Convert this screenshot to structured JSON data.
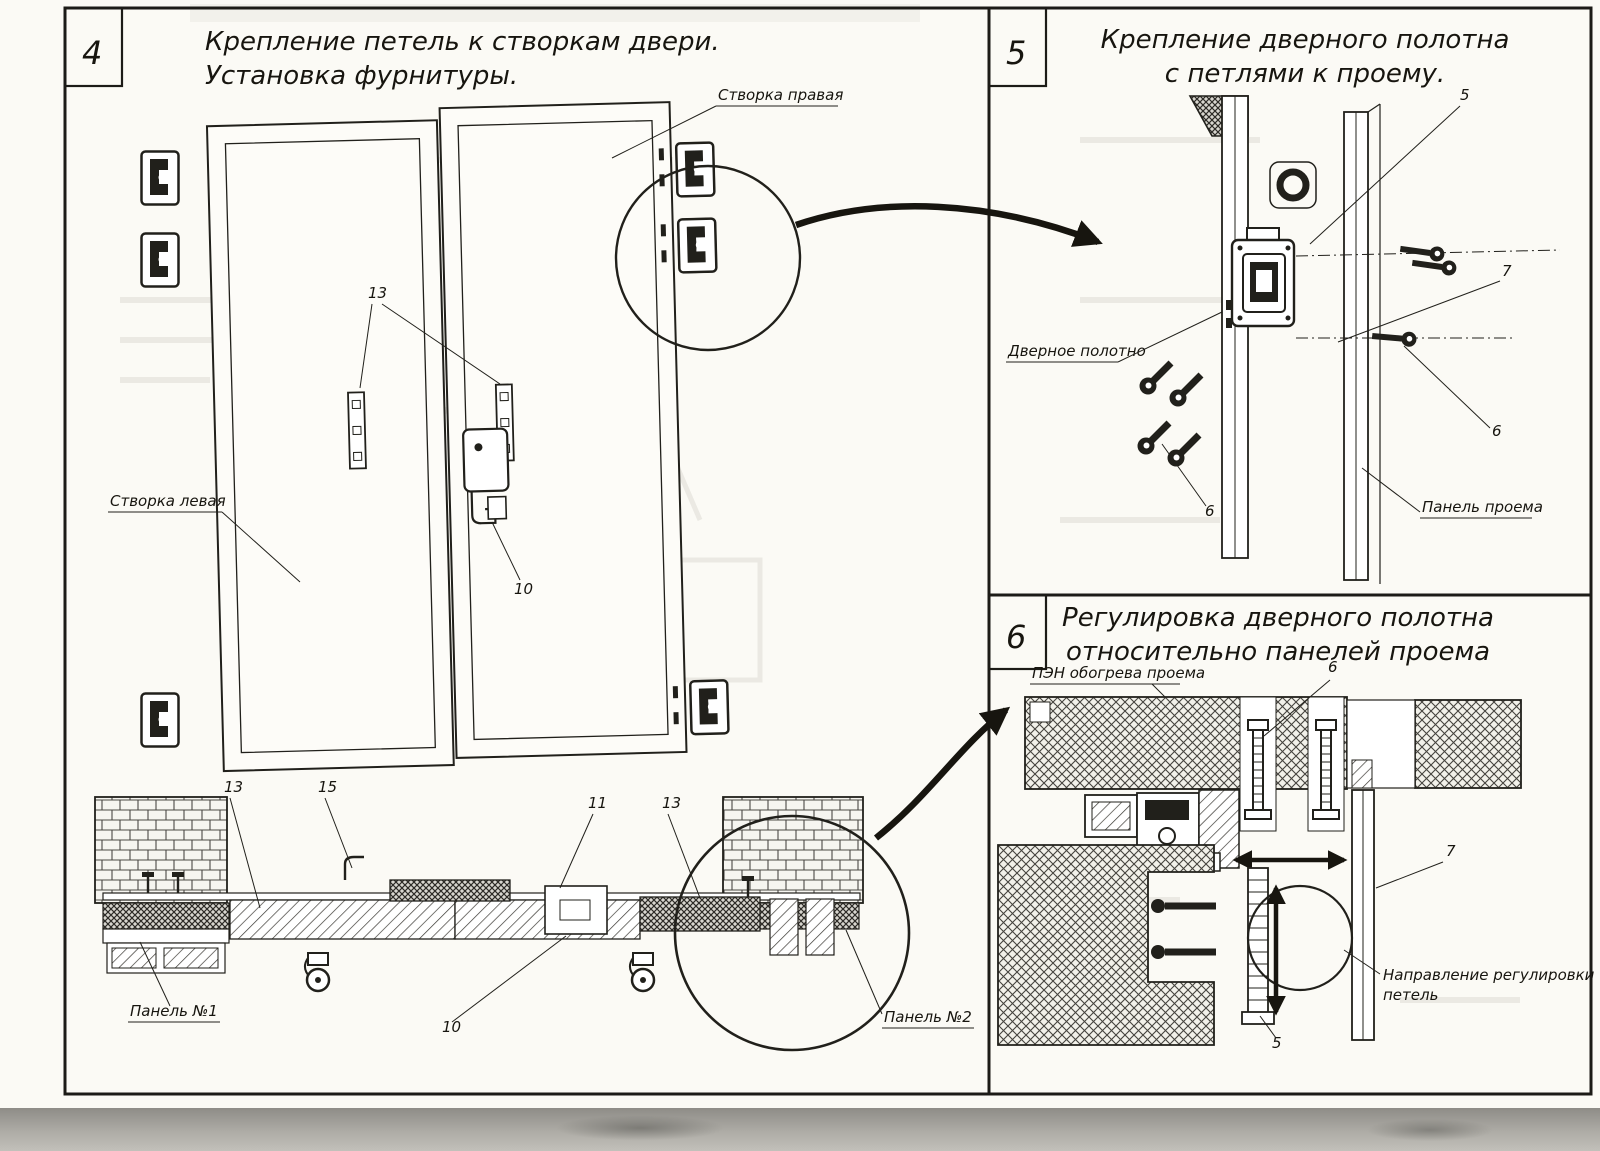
{
  "sheet": {
    "panel4": {
      "number": "4",
      "title1": "Крепление петель к створкам двери.",
      "title2": "Установка фурнитуры.",
      "label_right_leaf": "Створка правая",
      "label_left_leaf": "Створка левая",
      "label_panel1": "Панель №1",
      "label_panel2": "Панель №2",
      "ref13": "13",
      "ref10": "10",
      "ref15": "15",
      "ref11": "11"
    },
    "panel5": {
      "number": "5",
      "title1": "Крепление дверного полотна",
      "title2": "с петлями к проему.",
      "label_door_leaf": "Дверное полотно",
      "label_opening_panel": "Панель проема",
      "ref5": "5",
      "ref6": "6",
      "ref7": "7"
    },
    "panel6": {
      "number": "6",
      "title1": "Регулировка дверного полотна",
      "title2": "относительно панелей проема",
      "label_heater": "ПЭН обогрева проема",
      "label_direction1": "Направление регулировки",
      "label_direction2": "петель",
      "ref5": "5",
      "ref6": "6",
      "ref7": "7"
    }
  }
}
